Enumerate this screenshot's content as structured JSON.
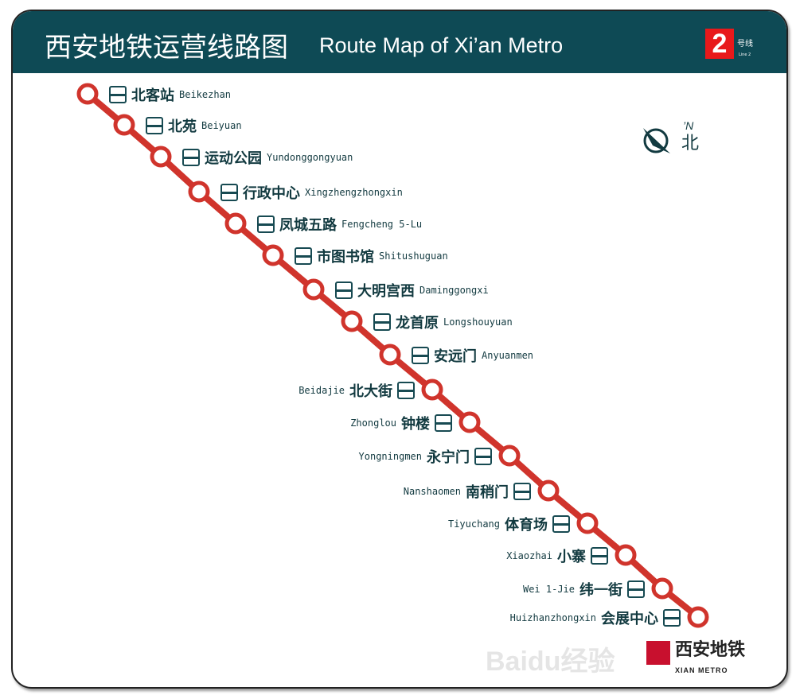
{
  "header": {
    "title_cn": "西安地铁运营线路图",
    "title_en": "Route Map of Xi’an Metro",
    "line_number": "2",
    "line_cn": "号线",
    "line_en": "Line 2"
  },
  "colors": {
    "header": "#0e4a55",
    "line": "#d0342c",
    "badge": "#e8191b"
  },
  "compass": {
    "icon": "compass-north-icon",
    "north_en": "’N",
    "north_cn": "北"
  },
  "stations": [
    {
      "cn": "北客站",
      "en": "Beikezhan",
      "side": "right"
    },
    {
      "cn": "北苑",
      "en": "Beiyuan",
      "side": "right"
    },
    {
      "cn": "运动公园",
      "en": "Yundonggongyuan",
      "side": "right"
    },
    {
      "cn": "行政中心",
      "en": "Xingzhengzhongxin",
      "side": "right"
    },
    {
      "cn": "凤城五路",
      "en": "Fengcheng 5-Lu",
      "side": "right"
    },
    {
      "cn": "市图书馆",
      "en": "Shitushuguan",
      "side": "right"
    },
    {
      "cn": "大明宫西",
      "en": "Daminggongxi",
      "side": "right"
    },
    {
      "cn": "龙首原",
      "en": "Longshouyuan",
      "side": "right"
    },
    {
      "cn": "安远门",
      "en": "Anyuanmen",
      "side": "right"
    },
    {
      "cn": "北大街",
      "en": "Beidajie",
      "side": "left"
    },
    {
      "cn": "钟楼",
      "en": "Zhonglou",
      "side": "left"
    },
    {
      "cn": "永宁门",
      "en": "Yongningmen",
      "side": "left"
    },
    {
      "cn": "南稍门",
      "en": "Nanshaomen",
      "side": "left"
    },
    {
      "cn": "体育场",
      "en": "Tiyuchang",
      "side": "left"
    },
    {
      "cn": "小寨",
      "en": "Xiaozhai",
      "side": "left"
    },
    {
      "cn": "纬一街",
      "en": "Wei 1-Jie",
      "side": "left"
    },
    {
      "cn": "会展中心",
      "en": "Huizhanzhongxin",
      "side": "left"
    }
  ],
  "logo": {
    "cn": "西安地铁",
    "en": "XIAN METRO"
  },
  "watermark": "Baidu经验"
}
